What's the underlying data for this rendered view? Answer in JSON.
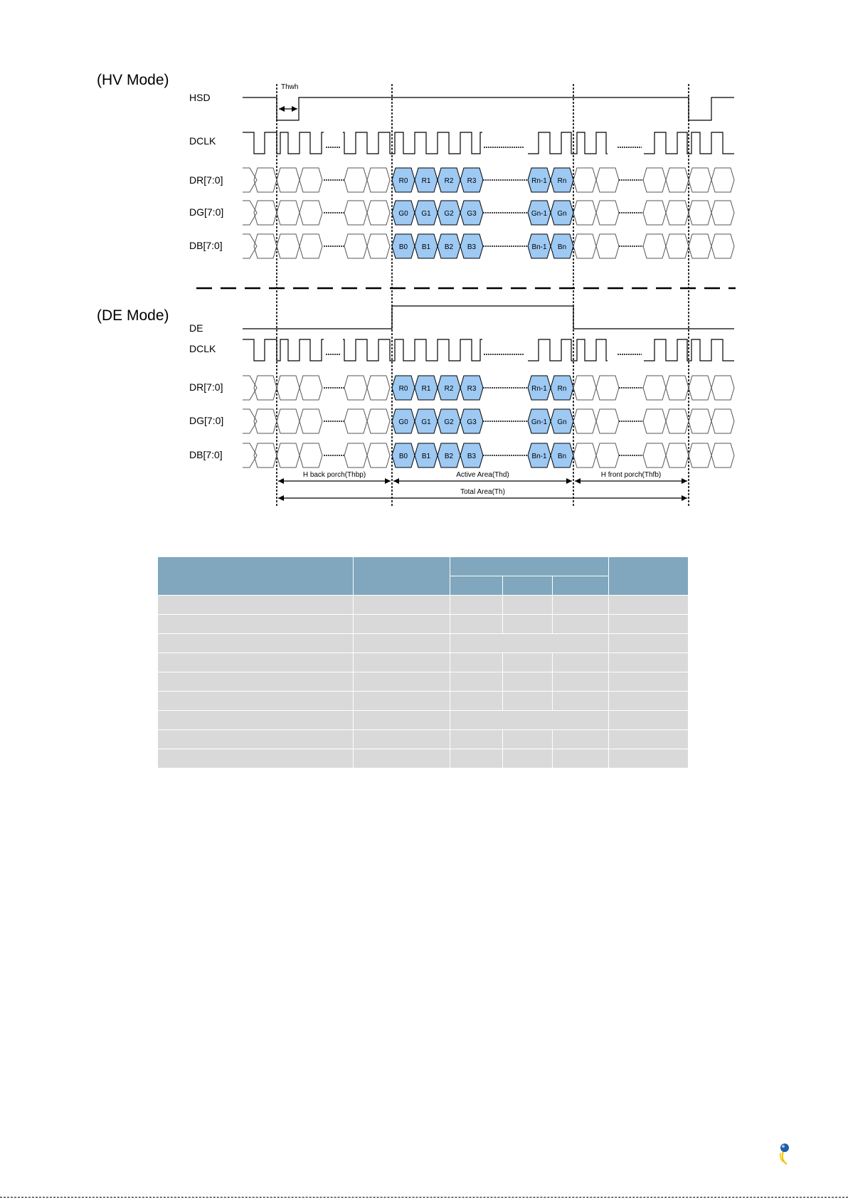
{
  "diagram": {
    "hv_mode_title": "(HV Mode)",
    "de_mode_title": "(DE Mode)",
    "hv_signals": {
      "hsd": "HSD",
      "dclk": "DCLK",
      "dr": "DR[7:0]",
      "dg": "DG[7:0]",
      "db": "DB[7:0]"
    },
    "de_signals": {
      "de": "DE",
      "dclk": "DCLK",
      "dr": "DR[7:0]",
      "dg": "DG[7:0]",
      "db": "DB[7:0]"
    },
    "pulse_width_label": "Thwh",
    "data_labels": {
      "red": [
        "R0",
        "R1",
        "R2",
        "R3",
        "Rn-1",
        "Rn"
      ],
      "green": [
        "G0",
        "G1",
        "G2",
        "G3",
        "Gn-1",
        "Gn"
      ],
      "blue": [
        "B0",
        "B1",
        "B2",
        "B3",
        "Bn-1",
        "Bn"
      ]
    },
    "spans": {
      "back_porch": "H back porch(Thbp)",
      "active": "Active Area(Thd)",
      "front_porch": "H front porch(Thfb)",
      "total": "Total Area(Th)"
    },
    "colors": {
      "active_fill": "#9dc9f3",
      "line": "#000000",
      "idle_stroke": "#555555"
    }
  },
  "table": {
    "header_color": "#80a7bd",
    "row_color": "#d9d9d9",
    "body_row_count": 9
  },
  "logo": {
    "icon": "company-logo-icon",
    "colors": [
      "#1f5fa8",
      "#f3c400"
    ]
  }
}
